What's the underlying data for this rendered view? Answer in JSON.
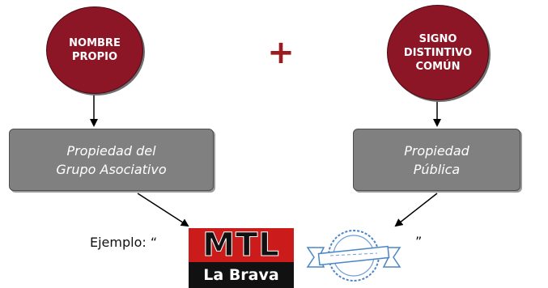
{
  "diagram": {
    "oval_left": "NOMBRE\nPROPIO",
    "oval_right": "SIGNO\nDISTINTIVO\nCOMÚN",
    "plus": "+",
    "box_left": "Propiedad del\nGrupo Asociativo",
    "box_right": "Propiedad\nPública"
  },
  "example": {
    "label": "Ejemplo: “",
    "close_quote": "”",
    "logo_mtl_top": "MTL",
    "logo_mtl_bottom": "La Brava"
  },
  "colors": {
    "oval": "#8c1526",
    "box": "#808080",
    "plus": "#9b1c20",
    "logo_red": "#cc1b1b"
  }
}
